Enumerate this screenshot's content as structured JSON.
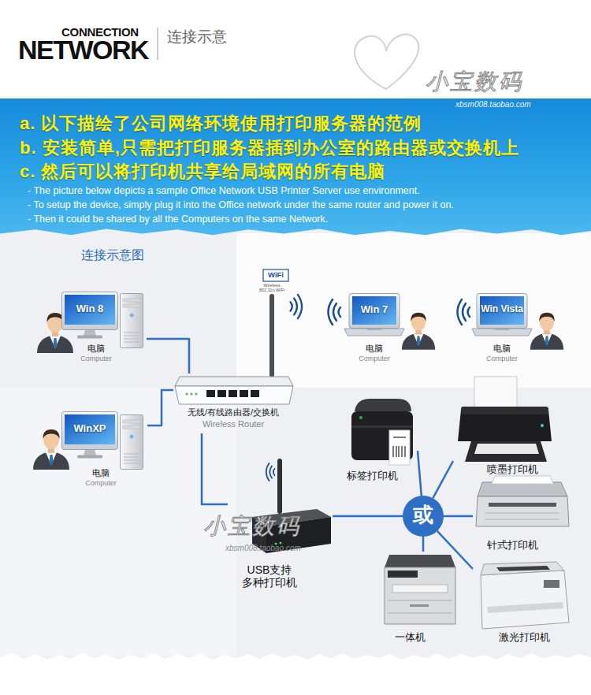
{
  "diagram": {
    "title": "连接示意",
    "nodes": [
      {
        "text": [
          "a. 以下描绘了公司网络环境使用打印服务器的范例",
          "b. 安装简单,只需把打印服务器插到办公室的路由器或交换机上",
          "c. 然后可以将打印机共享给局域网的所有电脑",
          "- The picture below depicts a sample Office Network USB Printer Server use environment.",
          "- To setup the device, simply plug it into the Office network under the same router and power it on.",
          "- Then it could be shared by all the Computers on the same Network."
        ]
      },
      {
        "text": [
          "Win 8",
          "电脑",
          "Computer"
        ]
      },
      {
        "text": [
          "Win 7",
          "电脑",
          "Computer"
        ]
      },
      {
        "text": [
          "Win Vista",
          "电脑",
          "Computer"
        ]
      },
      {
        "text": [
          "无线/有线路由器/交换机",
          "Wireless Router"
        ]
      },
      {
        "text": [
          "WinXP",
          "电脑",
          "Computer"
        ]
      },
      {
        "text": [
          "USB支持 多种打印机"
        ]
      },
      {
        "text": [
          "或"
        ]
      },
      {
        "text": [
          "标签打印机"
        ]
      },
      {
        "text": [
          "喷墨打印机"
        ]
      },
      {
        "text": [
          "针式打印机"
        ]
      },
      {
        "text": [
          "一体机"
        ]
      },
      {
        "text": [
          "激光打印机"
        ]
      }
    ],
    "edges": [
      {
        "from": 1,
        "to": 4,
        "arrow": "none"
      },
      {
        "from": 5,
        "to": 4,
        "arrow": "none"
      },
      {
        "from": 4,
        "to": 6,
        "arrow": "none"
      },
      {
        "from": 6,
        "to": 7,
        "arrow": "none"
      },
      {
        "from": 7,
        "to": 8,
        "arrow": "none"
      },
      {
        "from": 7,
        "to": 9,
        "arrow": "none"
      },
      {
        "from": 7,
        "to": 10,
        "arrow": "none"
      },
      {
        "from": 7,
        "to": 11,
        "arrow": "none"
      },
      {
        "from": 7,
        "to": 12,
        "arrow": "none"
      }
    ],
    "labels": [
      "CONNECTION",
      "NETWORK",
      "小宝数码",
      "xbsm008.taobao.com",
      "连接示意图",
      "WiFi",
      "Wireless 802.11n WiFi",
      "小宝数码",
      "xbsm008.taobao.com"
    ]
  }
}
